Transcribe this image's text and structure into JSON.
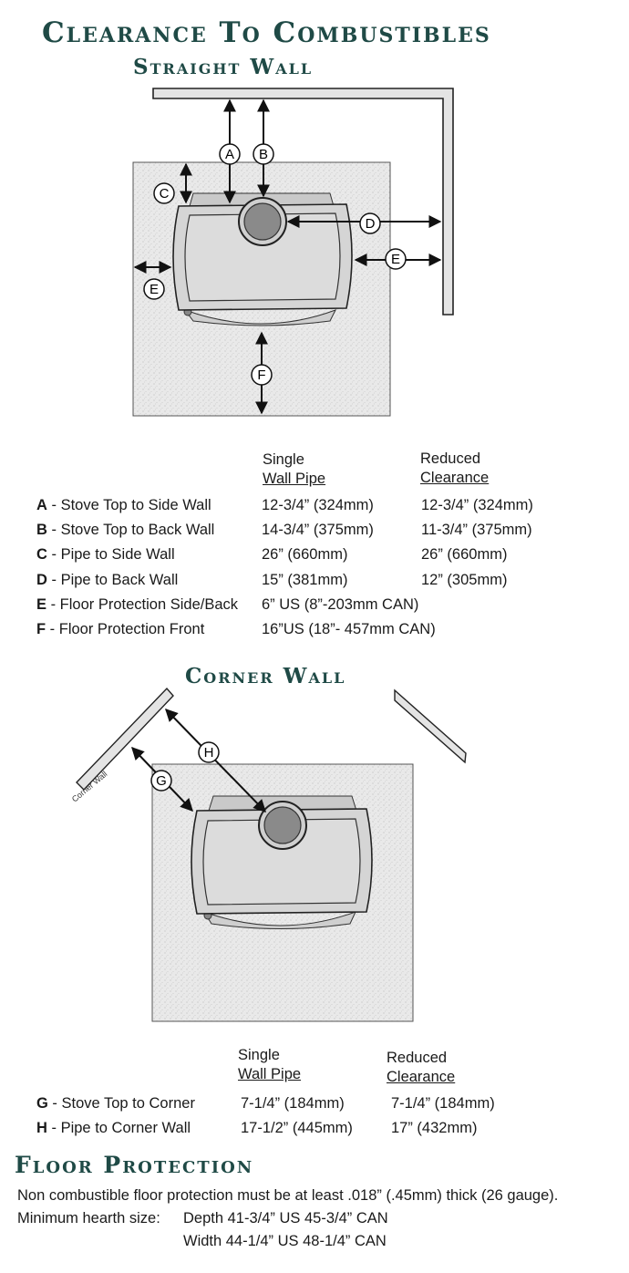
{
  "title": "Clearance To Combustibles",
  "straight": {
    "subtitle": "Straight Wall",
    "letters": [
      "A",
      "B",
      "C",
      "D",
      "E",
      "E",
      "F"
    ],
    "col1": [
      "Single",
      "Wall Pipe"
    ],
    "col2": [
      "Reduced",
      "Clearance"
    ],
    "rows": [
      {
        "key": "A",
        "label": " - Stove Top to Side Wall",
        "single": "12-3/4” (324mm)",
        "reduced": "12-3/4” (324mm)"
      },
      {
        "key": "B",
        "label": " - Stove Top to Back Wall",
        "single": "14-3/4” (375mm)",
        "reduced": "11-3/4” (375mm)"
      },
      {
        "key": "C",
        "label": " - Pipe to Side Wall",
        "single": "26” (660mm)",
        "reduced": "26” (660mm)"
      },
      {
        "key": "D",
        "label": " - Pipe to Back Wall",
        "single": "15” (381mm)",
        "reduced": "12” (305mm)"
      },
      {
        "key": "E",
        "label": " - Floor Protection Side/Back",
        "single": "6” US (8”-203mm CAN)",
        "reduced": ""
      },
      {
        "key": "F",
        "label": " - Floor Protection Front",
        "single": "16”US (18”- 457mm CAN)",
        "reduced": ""
      }
    ]
  },
  "corner": {
    "subtitle": "Corner Wall",
    "wall_label": "Corner Wall",
    "letters": [
      "H",
      "G"
    ],
    "col1": [
      "Single",
      "Wall Pipe"
    ],
    "col2": [
      "Reduced",
      "Clearance"
    ],
    "rows": [
      {
        "key": "G",
        "label": " - Stove Top to Corner",
        "single": "7-1/4” (184mm)",
        "reduced": "7-1/4” (184mm)"
      },
      {
        "key": "H",
        "label": " - Pipe to Corner Wall",
        "single": "17-1/2” (445mm)",
        "reduced": "17” (432mm)"
      }
    ]
  },
  "floor": {
    "title": "Floor Protection",
    "line1": "Non combustible floor protection must be at least .018” (.45mm) thick (26 gauge).",
    "line2_label": "Minimum hearth size:",
    "depth": "Depth 41-3/4” US  45-3/4” CAN",
    "width": "Width 44-1/4” US  48-1/4” CAN"
  },
  "colors": {
    "heading": "#1f4a46",
    "pad": "#e6e6e6",
    "stove": "#d9d9d9",
    "line": "#222222"
  }
}
